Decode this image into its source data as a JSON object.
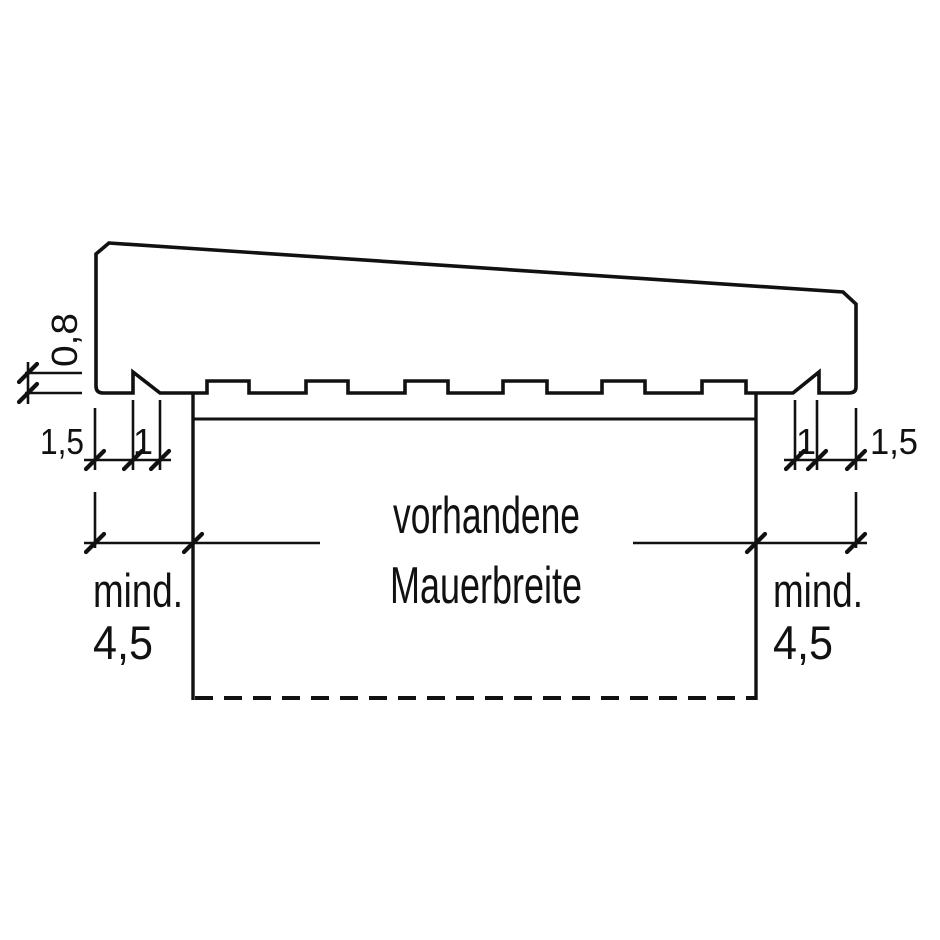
{
  "canvas": {
    "background": "#ffffff",
    "line_color": "#111111"
  },
  "drawing": {
    "type": "technical-section",
    "subject": "wall coping cross-section with dimensions",
    "labels": {
      "drip_height": "0,8",
      "left_overhang": "1,5",
      "left_groove": "1",
      "right_groove": "1",
      "right_overhang": "1,5",
      "left_min": {
        "word": "mind.",
        "value": "4,5"
      },
      "right_min": {
        "word": "mind.",
        "value": "4,5"
      },
      "wall_width": {
        "line1": "vorhandene",
        "line2": "Mauerbreite"
      }
    }
  }
}
